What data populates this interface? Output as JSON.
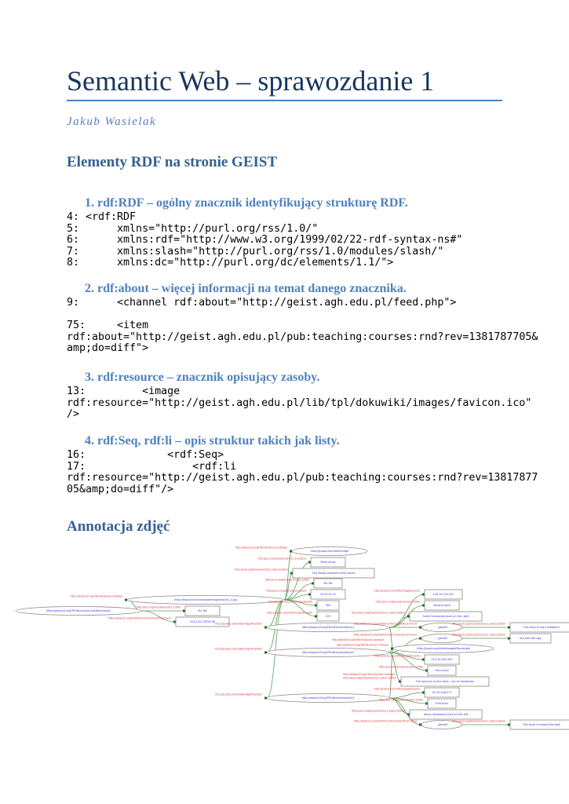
{
  "title": "Semantic Web – sprawozdanie 1",
  "author": "Jakub Wasielak",
  "section1": "Elementy RDF na stronie GEIST",
  "items": [
    {
      "heading": "1.  rdf:RDF – ogólny znacznik identyfikujący strukturę RDF.",
      "code": "4: <rdf:RDF\n5:      xmlns=\"http://purl.org/rss/1.0/\"\n6:      xmlns:rdf=\"http://www.w3.org/1999/02/22-rdf-syntax-ns#\"\n7:      xmlns:slash=\"http://purl.org/rss/1.0/modules/slash/\"\n8:      xmlns:dc=\"http://purl.org/dc/elements/1.1/\">"
    },
    {
      "heading": "2.  rdf:about – więcej informacji na temat danego znacznika.",
      "code": "9:      <channel rdf:about=\"http://geist.agh.edu.pl/feed.php\">\n\n75:     <item\nrdf:about=\"http://geist.agh.edu.pl/pub:teaching:courses:rnd?rev=1381787705&\namp;do=diff\">"
    },
    {
      "heading": "3.  rdf:resource – znacznik opisujący zasoby.",
      "code": "13:         <image\nrdf:resource=\"http://geist.agh.edu.pl/lib/tpl/dokuwiki/images/favicon.ico\"\n/>"
    },
    {
      "heading": "4.  rdf:Seq, rdf:li – opis struktur takich jak listy.",
      "code": "16:             <rdf:Seq>\n17:                 <rdf:li\nrdf:resource=\"http://geist.agh.edu.pl/pub:teaching:courses:rnd?rev=13817877\n05&amp;do=diff\"/>"
    }
  ],
  "section2": "Annotacja zdjęć",
  "graph": {
    "nodes": [
      "http://www.w3.org/TR/rdf-syntax-ns#Description",
      "http://www.ducks.example/images/ducks_1.jpg",
      "Tec Tec",
      "2013-10-10T09:08",
      "http://jcosta.com/rdfs/image",
      "Peter Jones",
      "The image presents three ducks",
      "Tec Tec",
      "2013-10-10",
      "300",
      "225",
      "http://www.w3.org/TR/rdf-ducks#duck1",
      "http://www.w3.org/TR/rdf-ducks#duck2",
      "http://www.w3.org/TR/rdf-ducks#duck3",
      "100,10,150,207",
      "Second duck",
      "Some handsome duck on the right",
      "_:genid1",
      "This duck is not a fotogenic",
      "_:genid2",
      "but still not ugly",
      "http://jcosta.com/rdfs/image#Rectangle",
      "110,10,167,200",
      "Third duck",
      "The last one on the back - not so handsome",
      "50,10,146,217",
      "First duck",
      "Some handsome duck on the left",
      "_:genid3",
      "This duck is maybe the best"
    ],
    "predicates": [
      "http://www.w3.org/TR/rdf-syntax-ns#type",
      "http://purl.org/dc/elements/1.1/creator",
      "http://purl.org/dc/elements/1.1/description",
      "http://purl.org/dc/elements/1.1/title",
      "http://purl.org/dc/terms/created",
      "http://jcosta.com/rdfs/image#width",
      "http://jcosta.com/rdfs/image#height",
      "http://jcosta.com/rdfs/image#hasPart",
      "http://jcosta.com/rdfs/image#coords",
      "http://www.w3.org/2000/01/rdf-schema#comment"
    ]
  }
}
